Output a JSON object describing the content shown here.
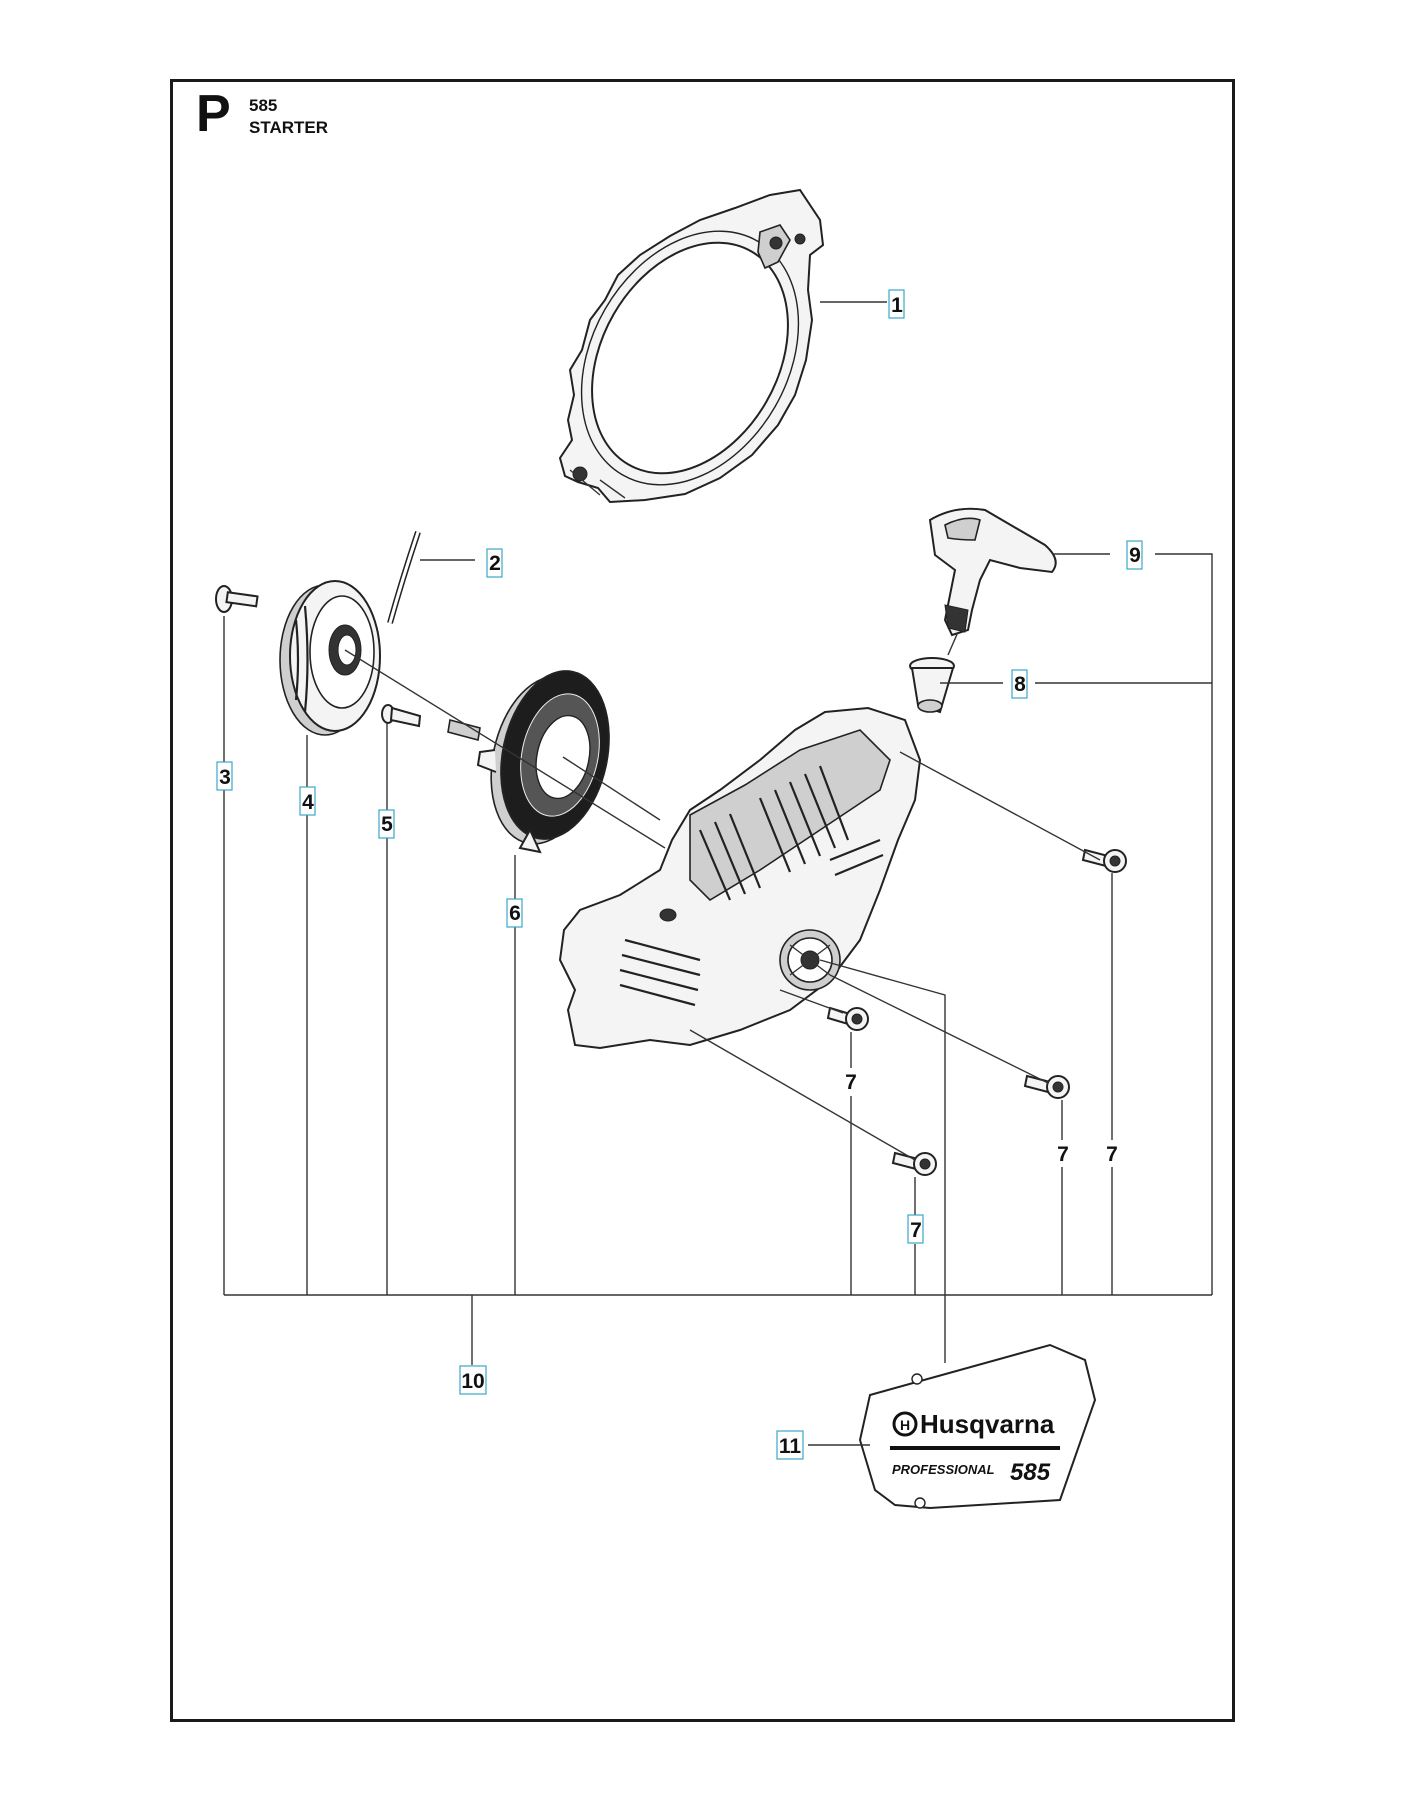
{
  "header": {
    "section_letter": "P",
    "model": "585",
    "name": "STARTER"
  },
  "callouts": [
    {
      "id": "c1",
      "text": "1",
      "boxed": true
    },
    {
      "id": "c2",
      "text": "2",
      "boxed": true
    },
    {
      "id": "c3",
      "text": "3",
      "boxed": true
    },
    {
      "id": "c4",
      "text": "4",
      "boxed": true
    },
    {
      "id": "c5",
      "text": "5",
      "boxed": true
    },
    {
      "id": "c6",
      "text": "6",
      "boxed": true
    },
    {
      "id": "c7a",
      "text": "7",
      "boxed": false
    },
    {
      "id": "c7b",
      "text": "7",
      "boxed": false
    },
    {
      "id": "c7c",
      "text": "7",
      "boxed": false
    },
    {
      "id": "c7d",
      "text": "7",
      "boxed": true
    },
    {
      "id": "c8",
      "text": "8",
      "boxed": true
    },
    {
      "id": "c9",
      "text": "9",
      "boxed": true
    },
    {
      "id": "c10",
      "text": "10",
      "boxed": true
    },
    {
      "id": "c11",
      "text": "11",
      "boxed": true
    }
  ],
  "decal": {
    "brand": "Husqvarna",
    "line": "PROFESSIONAL",
    "model": "585"
  },
  "colors": {
    "frame": "#1a1a1a",
    "callout_box": "#3aa6c8",
    "ink": "#111111"
  }
}
